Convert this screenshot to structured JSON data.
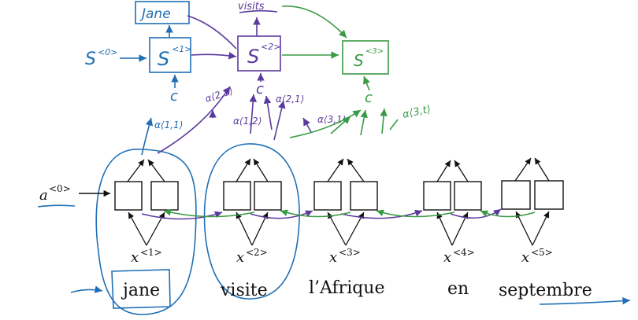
{
  "attention_decoder": {
    "output_word": "Jane",
    "visits_word": "visits",
    "s0": "S",
    "s0_sup": "<0>",
    "s1": "S",
    "s1_sup": "<1>",
    "s2": "S",
    "s2_sup": "<2>",
    "s3": "S",
    "s3_sup": "<3>",
    "c1": "c",
    "c2": "c",
    "c3": "c",
    "alpha_11": "α⟨1,1⟩",
    "alpha_12": "α⟨1,2⟩",
    "alpha_21": "α⟨2,1⟩",
    "alpha_2t": "α⟨2,1⟩",
    "alpha_3t_a": "α⟨3,1⟩",
    "alpha_3t": "α⟨3,t⟩",
    "colors": {
      "blue": "#1f6fb5",
      "purple": "#5b3a9e",
      "green": "#3a9a45",
      "black": "#111111"
    }
  },
  "encoder": {
    "a0": "a",
    "a0_sup": "<0>",
    "inputs": [
      {
        "x": "x",
        "sup": "<1>",
        "word": "jane"
      },
      {
        "x": "x",
        "sup": "<2>",
        "word": "visite"
      },
      {
        "x": "x",
        "sup": "<3>",
        "word": "l’Afrique"
      },
      {
        "x": "x",
        "sup": "<4>",
        "word": "en"
      },
      {
        "x": "x",
        "sup": "<5>",
        "word": "septembre"
      }
    ]
  }
}
